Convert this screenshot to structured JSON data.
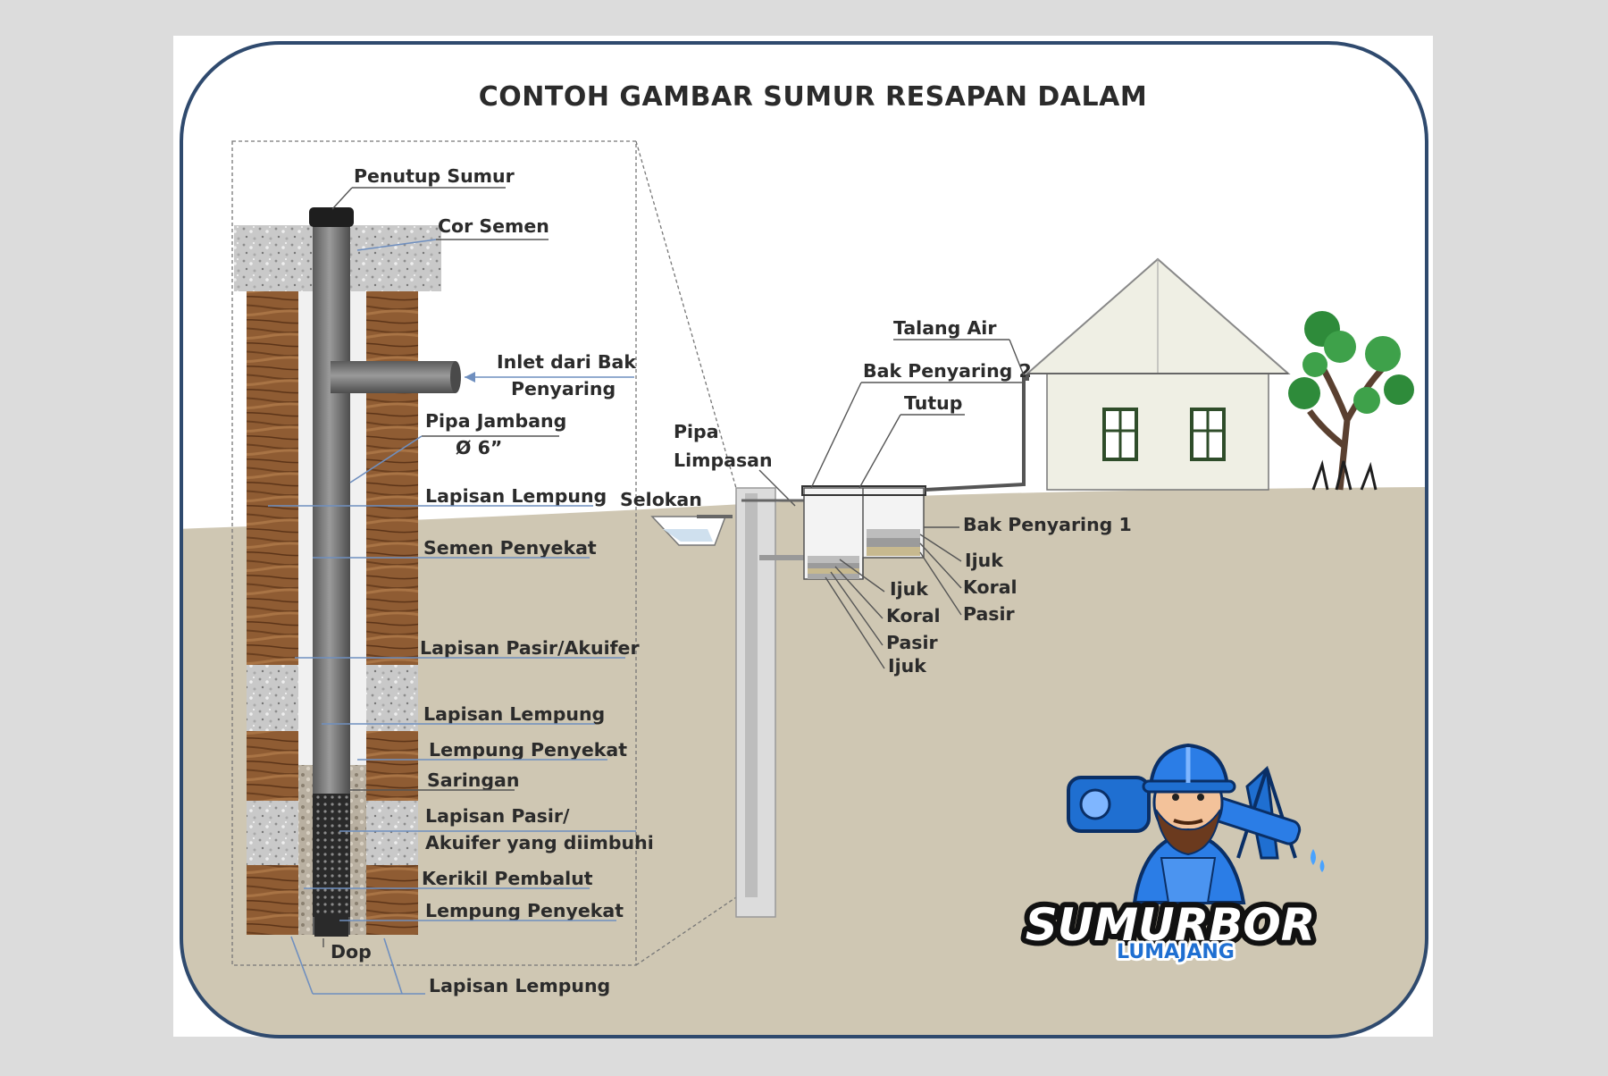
{
  "title": "CONTOH GAMBAR SUMUR RESAPAN DALAM",
  "labels": {
    "penutup_sumur": "Penutup Sumur",
    "cor_semen": "Cor Semen",
    "inlet_1": "Inlet dari Bak",
    "inlet_2": "Penyaring",
    "pipa_jambang_1": "Pipa Jambang",
    "pipa_jambang_2": "Ø 6”",
    "lapisan_lempung_1": "Lapisan Lempung",
    "semen_penyekat": "Semen Penyekat",
    "lapisan_pasir_akuifer": "Lapisan Pasir/Akuifer",
    "lapisan_lempung_2": "Lapisan Lempung",
    "lempung_penyekat_1": "Lempung Penyekat",
    "saringan": "Saringan",
    "lapisan_pasir_2a": "Lapisan Pasir/",
    "lapisan_pasir_2b": "Akuifer yang diimbuhi",
    "kerikil_pembalut": "Kerikil Pembalut",
    "lempung_penyekat_2": "Lempung Penyekat",
    "dop": "Dop",
    "lapisan_lempung_3": "Lapisan Lempung",
    "pipa_limpasan_1": "Pipa",
    "pipa_limpasan_2": "Limpasan",
    "selokan": "Selokan",
    "talang_air": "Talang Air",
    "bak_penyaring_2": "Bak Penyaring 2",
    "tutup": "Tutup",
    "bak_penyaring_1": "Bak Penyaring 1",
    "b1_ijuk": "Ijuk",
    "b1_koral": "Koral",
    "b1_pasir": "Pasir",
    "b2_ijuk_top": "Ijuk",
    "b2_koral": "Koral",
    "b2_pasir": "Pasir",
    "b2_ijuk_bottom": "Ijuk"
  },
  "logo": {
    "line1": "SUMURBOR",
    "line2": "LUMAJANG"
  },
  "colors": {
    "soil": "#cfc7b3",
    "sky": "#ffffff",
    "clay": "#8a5a32",
    "gravel": "#bdbdbd",
    "pipe": "#6d6d6d",
    "frame": "#2f4a6e",
    "leader": "#6f8fbf",
    "logo_blue": "#1f6fd1"
  }
}
